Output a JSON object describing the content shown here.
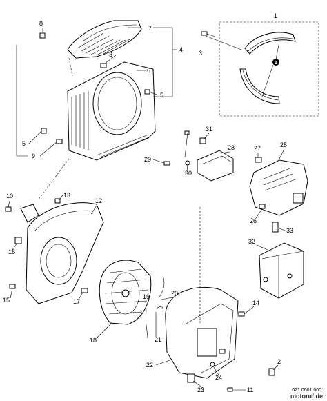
{
  "callouts": [
    {
      "id": "1",
      "label": "1"
    },
    {
      "id": "2",
      "label": "2"
    },
    {
      "id": "3a",
      "label": "3"
    },
    {
      "id": "3b",
      "label": "3"
    },
    {
      "id": "4",
      "label": "4"
    },
    {
      "id": "5a",
      "label": "5"
    },
    {
      "id": "5b",
      "label": "5"
    },
    {
      "id": "6",
      "label": "6"
    },
    {
      "id": "7",
      "label": "7"
    },
    {
      "id": "8",
      "label": "8"
    },
    {
      "id": "9",
      "label": "9"
    },
    {
      "id": "10",
      "label": "10"
    },
    {
      "id": "11",
      "label": "11"
    },
    {
      "id": "12",
      "label": "12"
    },
    {
      "id": "13",
      "label": "13"
    },
    {
      "id": "14",
      "label": "14"
    },
    {
      "id": "15",
      "label": "15"
    },
    {
      "id": "16",
      "label": "16"
    },
    {
      "id": "17",
      "label": "17"
    },
    {
      "id": "18",
      "label": "18"
    },
    {
      "id": "19",
      "label": "19"
    },
    {
      "id": "20",
      "label": "20"
    },
    {
      "id": "21",
      "label": "21"
    },
    {
      "id": "22",
      "label": "22"
    },
    {
      "id": "23",
      "label": "23"
    },
    {
      "id": "24",
      "label": "24"
    },
    {
      "id": "25",
      "label": "25"
    },
    {
      "id": "26",
      "label": "26"
    },
    {
      "id": "27",
      "label": "27"
    },
    {
      "id": "28",
      "label": "28"
    },
    {
      "id": "29",
      "label": "29"
    },
    {
      "id": "30",
      "label": "30"
    },
    {
      "id": "31",
      "label": "31"
    },
    {
      "id": "32",
      "label": "32"
    },
    {
      "id": "33",
      "label": "33"
    }
  ],
  "detail_marker": "1",
  "footer": {
    "code": "021 0001 000.",
    "brand": "motoruf.de"
  }
}
